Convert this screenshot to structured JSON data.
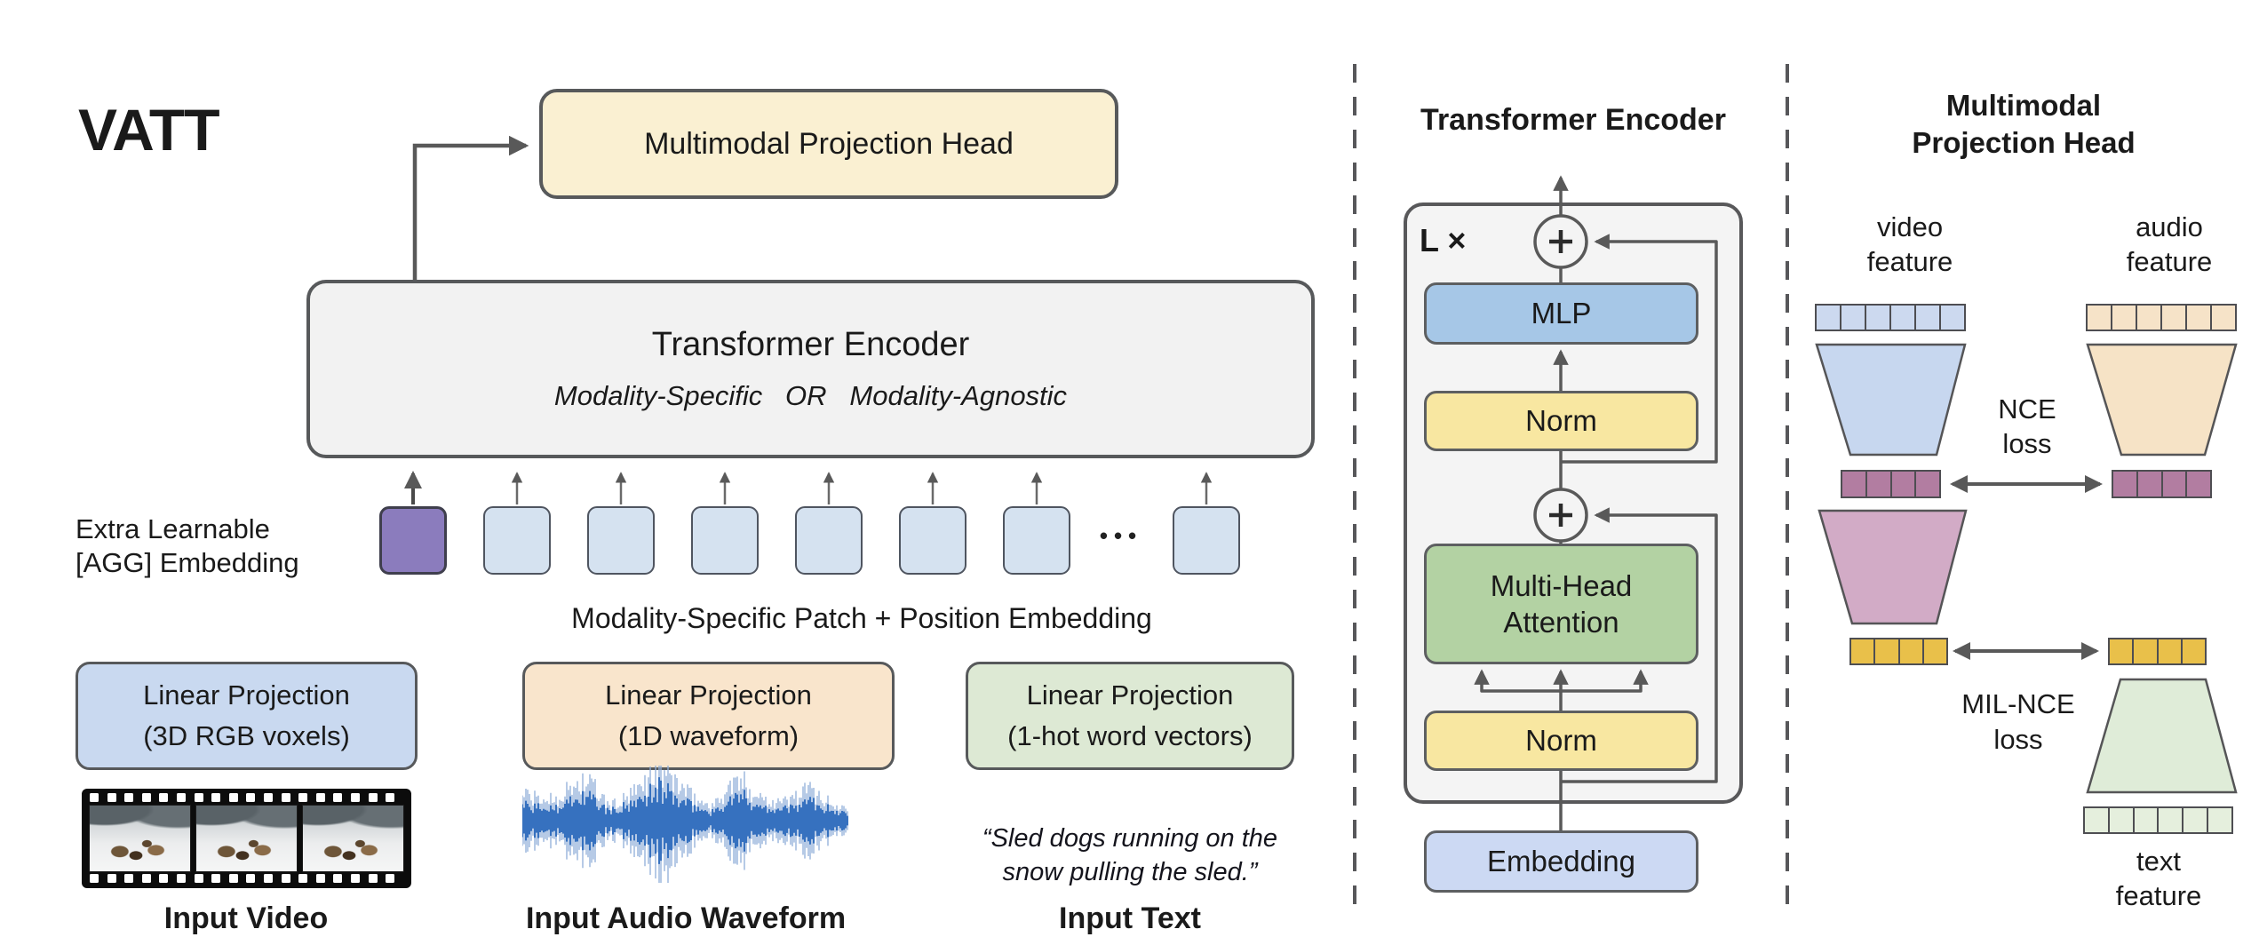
{
  "left": {
    "logo": "VATT",
    "mph_label": "Multimodal Projection Head",
    "te_title": "Transformer Encoder",
    "te_subtitle": "Modality-Specific   OR   Modality-Agnostic",
    "agg_line1": "Extra Learnable",
    "agg_line2": "[AGG] Embedding",
    "patch_label": "Modality-Specific Patch + Position Embedding",
    "tokens": {
      "agg_count": 1,
      "patch_before_dots": 6,
      "dots": "•••",
      "patch_after_dots": 1
    },
    "lp_video_line1": "Linear Projection",
    "lp_video_line2": "(3D RGB voxels)",
    "lp_audio_line1": "Linear Projection",
    "lp_audio_line2": "(1D waveform)",
    "lp_text_line1": "Linear Projection",
    "lp_text_line2": "(1-hot word vectors)",
    "input_video_label": "Input Video",
    "input_audio_label": "Input Audio Waveform",
    "input_text_label": "Input Text",
    "quote_line1": "“Sled dogs running on the",
    "quote_line2": "snow pulling the sled.”"
  },
  "middle": {
    "title": "Transformer Encoder",
    "loop_label": "L ×",
    "plus": "+",
    "mlp_label": "MLP",
    "norm_upper_label": "Norm",
    "mha_line1": "Multi-Head",
    "mha_line2": "Attention",
    "norm_lower_label": "Norm",
    "embedding_label": "Embedding"
  },
  "right": {
    "title_line1": "Multimodal",
    "title_line2": "Projection Head",
    "video_feature_line1": "video",
    "video_feature_line2": "feature",
    "audio_feature_line1": "audio",
    "audio_feature_line2": "feature",
    "text_feature_line1": "text",
    "text_feature_line2": "feature",
    "nce_line1": "NCE",
    "nce_line2": "loss",
    "milnce_line1": "MIL-NCE",
    "milnce_line2": "loss",
    "strips": {
      "video_cells": 6,
      "audio_cells": 6,
      "common_cells": 4,
      "text_cells": 6
    }
  },
  "colors": {
    "cream": "#faf0d2",
    "panel_gray": "#f2f2f2",
    "token_purple": "#8b7cbd",
    "token_blue": "#d5e2f0",
    "mlp_blue": "#a6c7e7",
    "norm_yellow": "#f8e7a1",
    "mha_green": "#b3d2a3",
    "embedding_blue": "#ccd9f3",
    "lp_video_blue": "#c9d9f0",
    "lp_audio_peach": "#f9e5cc",
    "lp_text_green": "#dde9d4",
    "video_strip": "#ccd9ef",
    "audio_strip": "#f6e3c8",
    "common_strip_mauve": "#b27da1",
    "common_strip_yellow": "#e9c04a",
    "text_strip": "#e5efdd",
    "trapezoid_video": "#c7d7ef",
    "trapezoid_audio": "#f6e3c6",
    "trapezoid_mauve": "#d2abc6",
    "trapezoid_text": "#dfecd8",
    "waveform_blue": "#2f6bbd",
    "line_gray": "#595959"
  }
}
